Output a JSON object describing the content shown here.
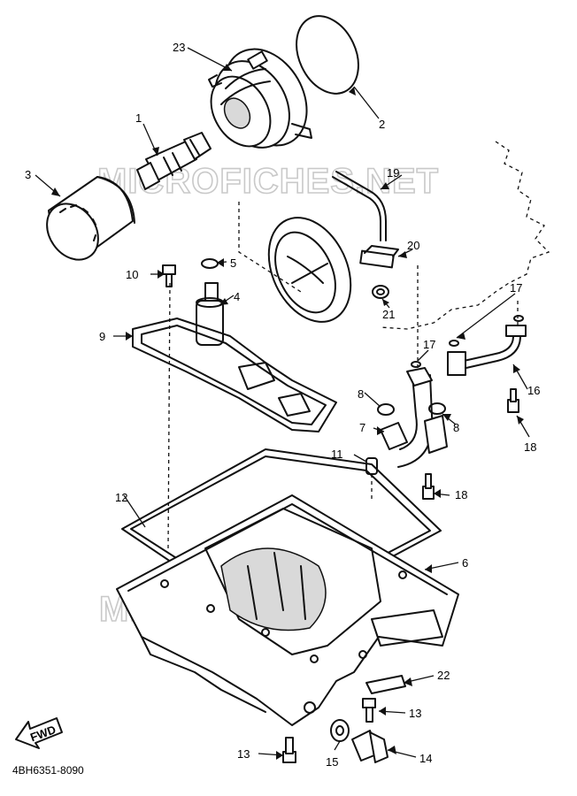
{
  "document_code": "4BH6351-8090",
  "watermark_text": "MICROFICHES.NET",
  "fwd_label": "FWD",
  "callouts": [
    {
      "label": "1"
    },
    {
      "label": "2"
    },
    {
      "label": "3"
    },
    {
      "label": "4"
    },
    {
      "label": "5"
    },
    {
      "label": "6"
    },
    {
      "label": "7"
    },
    {
      "label": "8"
    },
    {
      "label": "8"
    },
    {
      "label": "9"
    },
    {
      "label": "10"
    },
    {
      "label": "11"
    },
    {
      "label": "12"
    },
    {
      "label": "13"
    },
    {
      "label": "13"
    },
    {
      "label": "14"
    },
    {
      "label": "15"
    },
    {
      "label": "16"
    },
    {
      "label": "17"
    },
    {
      "label": "17"
    },
    {
      "label": "18"
    },
    {
      "label": "18"
    },
    {
      "label": "19"
    },
    {
      "label": "20"
    },
    {
      "label": "21"
    },
    {
      "label": "22"
    },
    {
      "label": "23"
    }
  ]
}
